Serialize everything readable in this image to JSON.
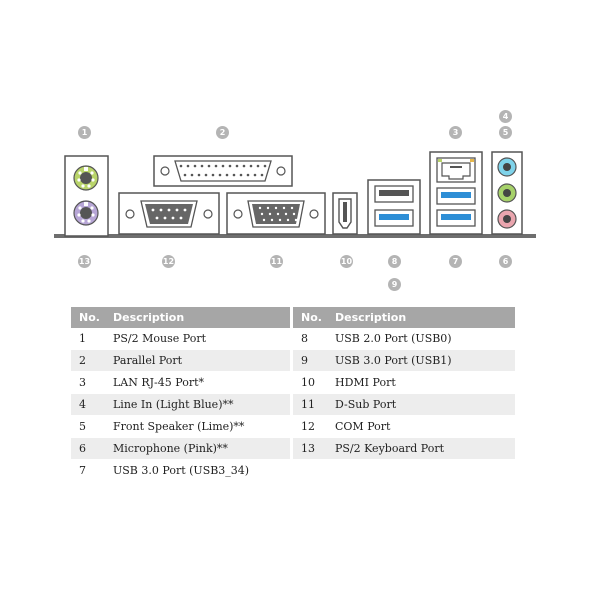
{
  "callouts": [
    {
      "id": "c1",
      "label": "1"
    },
    {
      "id": "c2",
      "label": "2"
    },
    {
      "id": "c3",
      "label": "3"
    },
    {
      "id": "c4",
      "label": "4"
    },
    {
      "id": "c5",
      "label": "5"
    },
    {
      "id": "c6",
      "label": "6"
    },
    {
      "id": "c7",
      "label": "7"
    },
    {
      "id": "c8",
      "label": "8"
    },
    {
      "id": "c9",
      "label": "9"
    },
    {
      "id": "c10",
      "label": "10"
    },
    {
      "id": "c11",
      "label": "11"
    },
    {
      "id": "c12",
      "label": "12"
    },
    {
      "id": "c13",
      "label": "13"
    }
  ],
  "table": {
    "headers": {
      "no": "No.",
      "description": "Description"
    },
    "left": [
      {
        "no": "1",
        "desc": "PS/2 Mouse Port"
      },
      {
        "no": "2",
        "desc": "Parallel Port"
      },
      {
        "no": "3",
        "desc": "LAN RJ-45 Port*"
      },
      {
        "no": "4",
        "desc": "Line In (Light Blue)**"
      },
      {
        "no": "5",
        "desc": "Front Speaker (Lime)**"
      },
      {
        "no": "6",
        "desc": "Microphone (Pink)**"
      },
      {
        "no": "7",
        "desc": "USB 3.0 Port (USB3_34)"
      }
    ],
    "right": [
      {
        "no": "8",
        "desc": "USB 2.0 Port (USB0)"
      },
      {
        "no": "9",
        "desc": "USB 3.0 Port (USB1)"
      },
      {
        "no": "10",
        "desc": "HDMI Port"
      },
      {
        "no": "11",
        "desc": "D-Sub Port"
      },
      {
        "no": "12",
        "desc": "COM Port"
      },
      {
        "no": "13",
        "desc": "PS/2 Keyboard Port"
      },
      {
        "no": "",
        "desc": ""
      }
    ]
  },
  "colors": {
    "ps2_mouse": "#b9d46a",
    "ps2_keyboard": "#b7a6d6",
    "line_in": "#7fd3ea",
    "front_speaker": "#a6d16a",
    "microphone": "#e9a5ae",
    "usb3": "#2d8ed6",
    "header_bg": "#a6a6a6",
    "row_shade": "#ededed"
  }
}
